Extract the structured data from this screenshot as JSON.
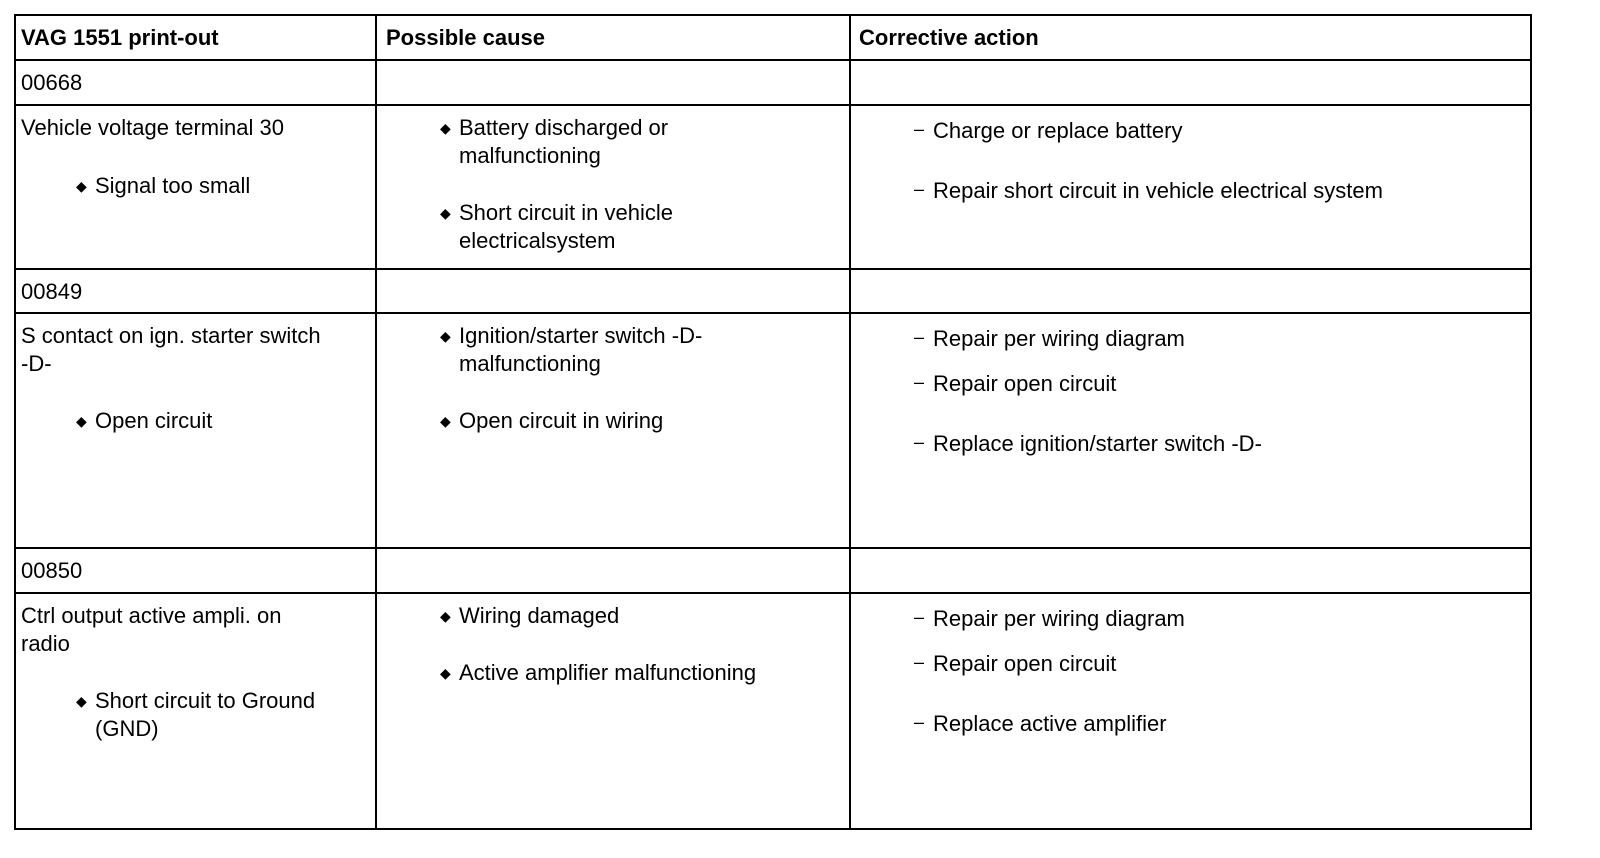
{
  "headers": {
    "printout": "VAG 1551 print-out",
    "cause": "Possible cause",
    "action": "Corrective action"
  },
  "rows": [
    {
      "code": "00668",
      "fault": [
        "Vehicle voltage terminal 30"
      ],
      "symptom": "Signal too small",
      "causes": [
        [
          "Battery discharged or",
          "malfunctioning"
        ],
        [
          "Short circuit in vehicle",
          "electricalsystem"
        ]
      ],
      "actions": [
        "Charge or replace battery",
        "Repair short circuit in vehicle electrical system"
      ]
    },
    {
      "code": "00849",
      "fault": [
        "S contact on ign. starter switch",
        "-D-"
      ],
      "symptom": "Open circuit",
      "causes": [
        [
          "Ignition/starter switch -D-",
          "malfunctioning"
        ],
        [
          "Open circuit in wiring"
        ]
      ],
      "actions": [
        "Repair per wiring diagram",
        "Repair open circuit",
        "Replace ignition/starter switch -D-"
      ]
    },
    {
      "code": "00850",
      "fault": [
        "Ctrl output active ampli. on",
        "radio"
      ],
      "symptom": [
        "Short circuit to Ground",
        "(GND)"
      ],
      "causes": [
        [
          "Wiring damaged"
        ],
        [
          "Active amplifier malfunctioning"
        ]
      ],
      "actions": [
        "Repair per wiring diagram",
        "Repair open circuit",
        "Replace active amplifier"
      ]
    }
  ],
  "icons": {
    "bullet": "diamond-bullet-icon",
    "dash": "dash-bullet-icon"
  }
}
